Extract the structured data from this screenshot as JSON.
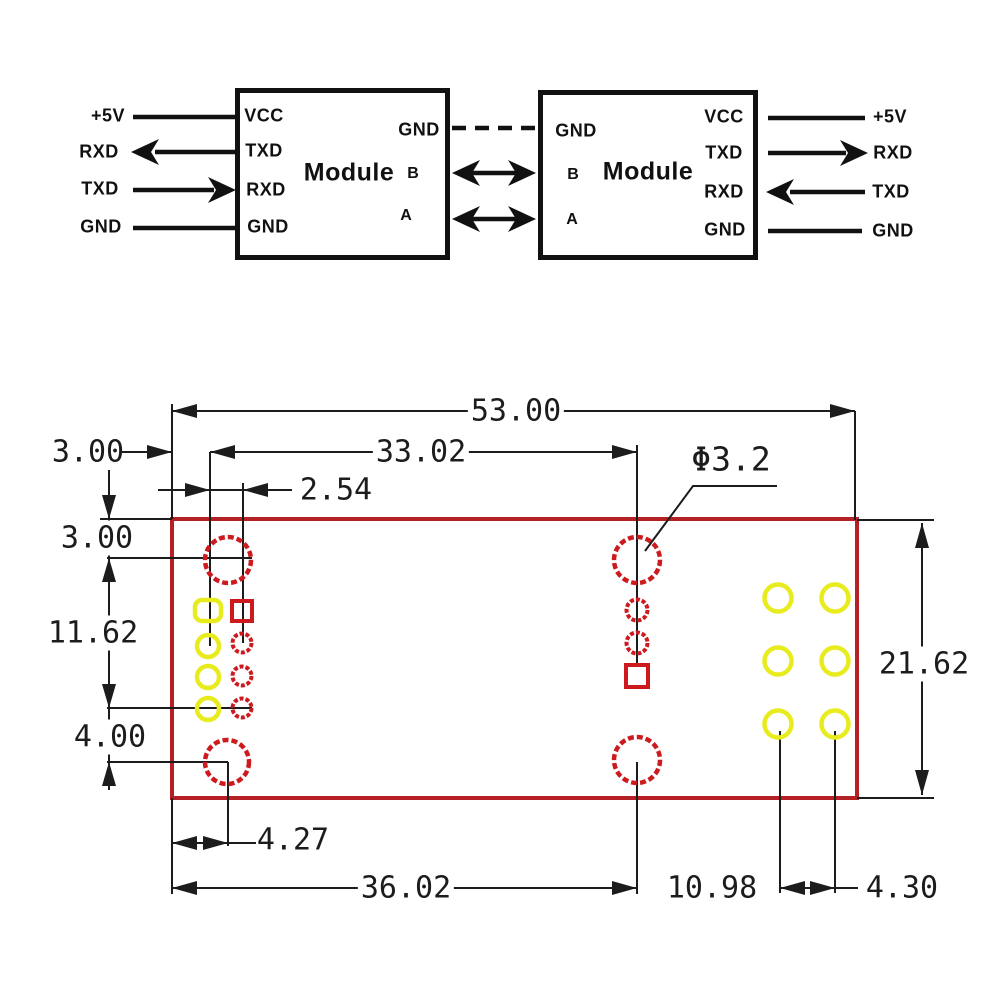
{
  "schematic": {
    "left_external": [
      "+5V",
      "RXD",
      "TXD",
      "GND"
    ],
    "left_module": {
      "name": "Module",
      "pins_left": [
        "VCC",
        "TXD",
        "RXD",
        "GND"
      ],
      "pins_right": [
        "GND",
        "B",
        "A"
      ]
    },
    "right_module": {
      "name": "Module",
      "pins_left": [
        "GND",
        "B",
        "A"
      ],
      "pins_right": [
        "VCC",
        "TXD",
        "RXD",
        "GND"
      ]
    },
    "right_external": [
      "+5V",
      "RXD",
      "TXD",
      "GND"
    ]
  },
  "pcb": {
    "dim_overall_width": "53.00",
    "dim_mount_hole_span": "33.02",
    "dim_pin_pitch": "2.54",
    "dim_edge_to_hole_x": "3.00",
    "dim_edge_to_hole_y": "3.00",
    "dim_pad_column_span": "11.62",
    "dim_bottom_hole_up": "4.00",
    "dim_bottom_hole_x": "4.27",
    "dim_bottom_span": "36.02",
    "dim_right_gap": "10.98",
    "dim_yellow_pad_gap": "4.30",
    "dim_overall_height": "21.62",
    "hole_diameter": "Φ3.2"
  },
  "colors": {
    "board_outline": "#b52025",
    "pad_red": "#cd1a1f",
    "pad_yellow": "#e8ec1e",
    "line": "#1c1c1c",
    "wire": "#111111"
  }
}
